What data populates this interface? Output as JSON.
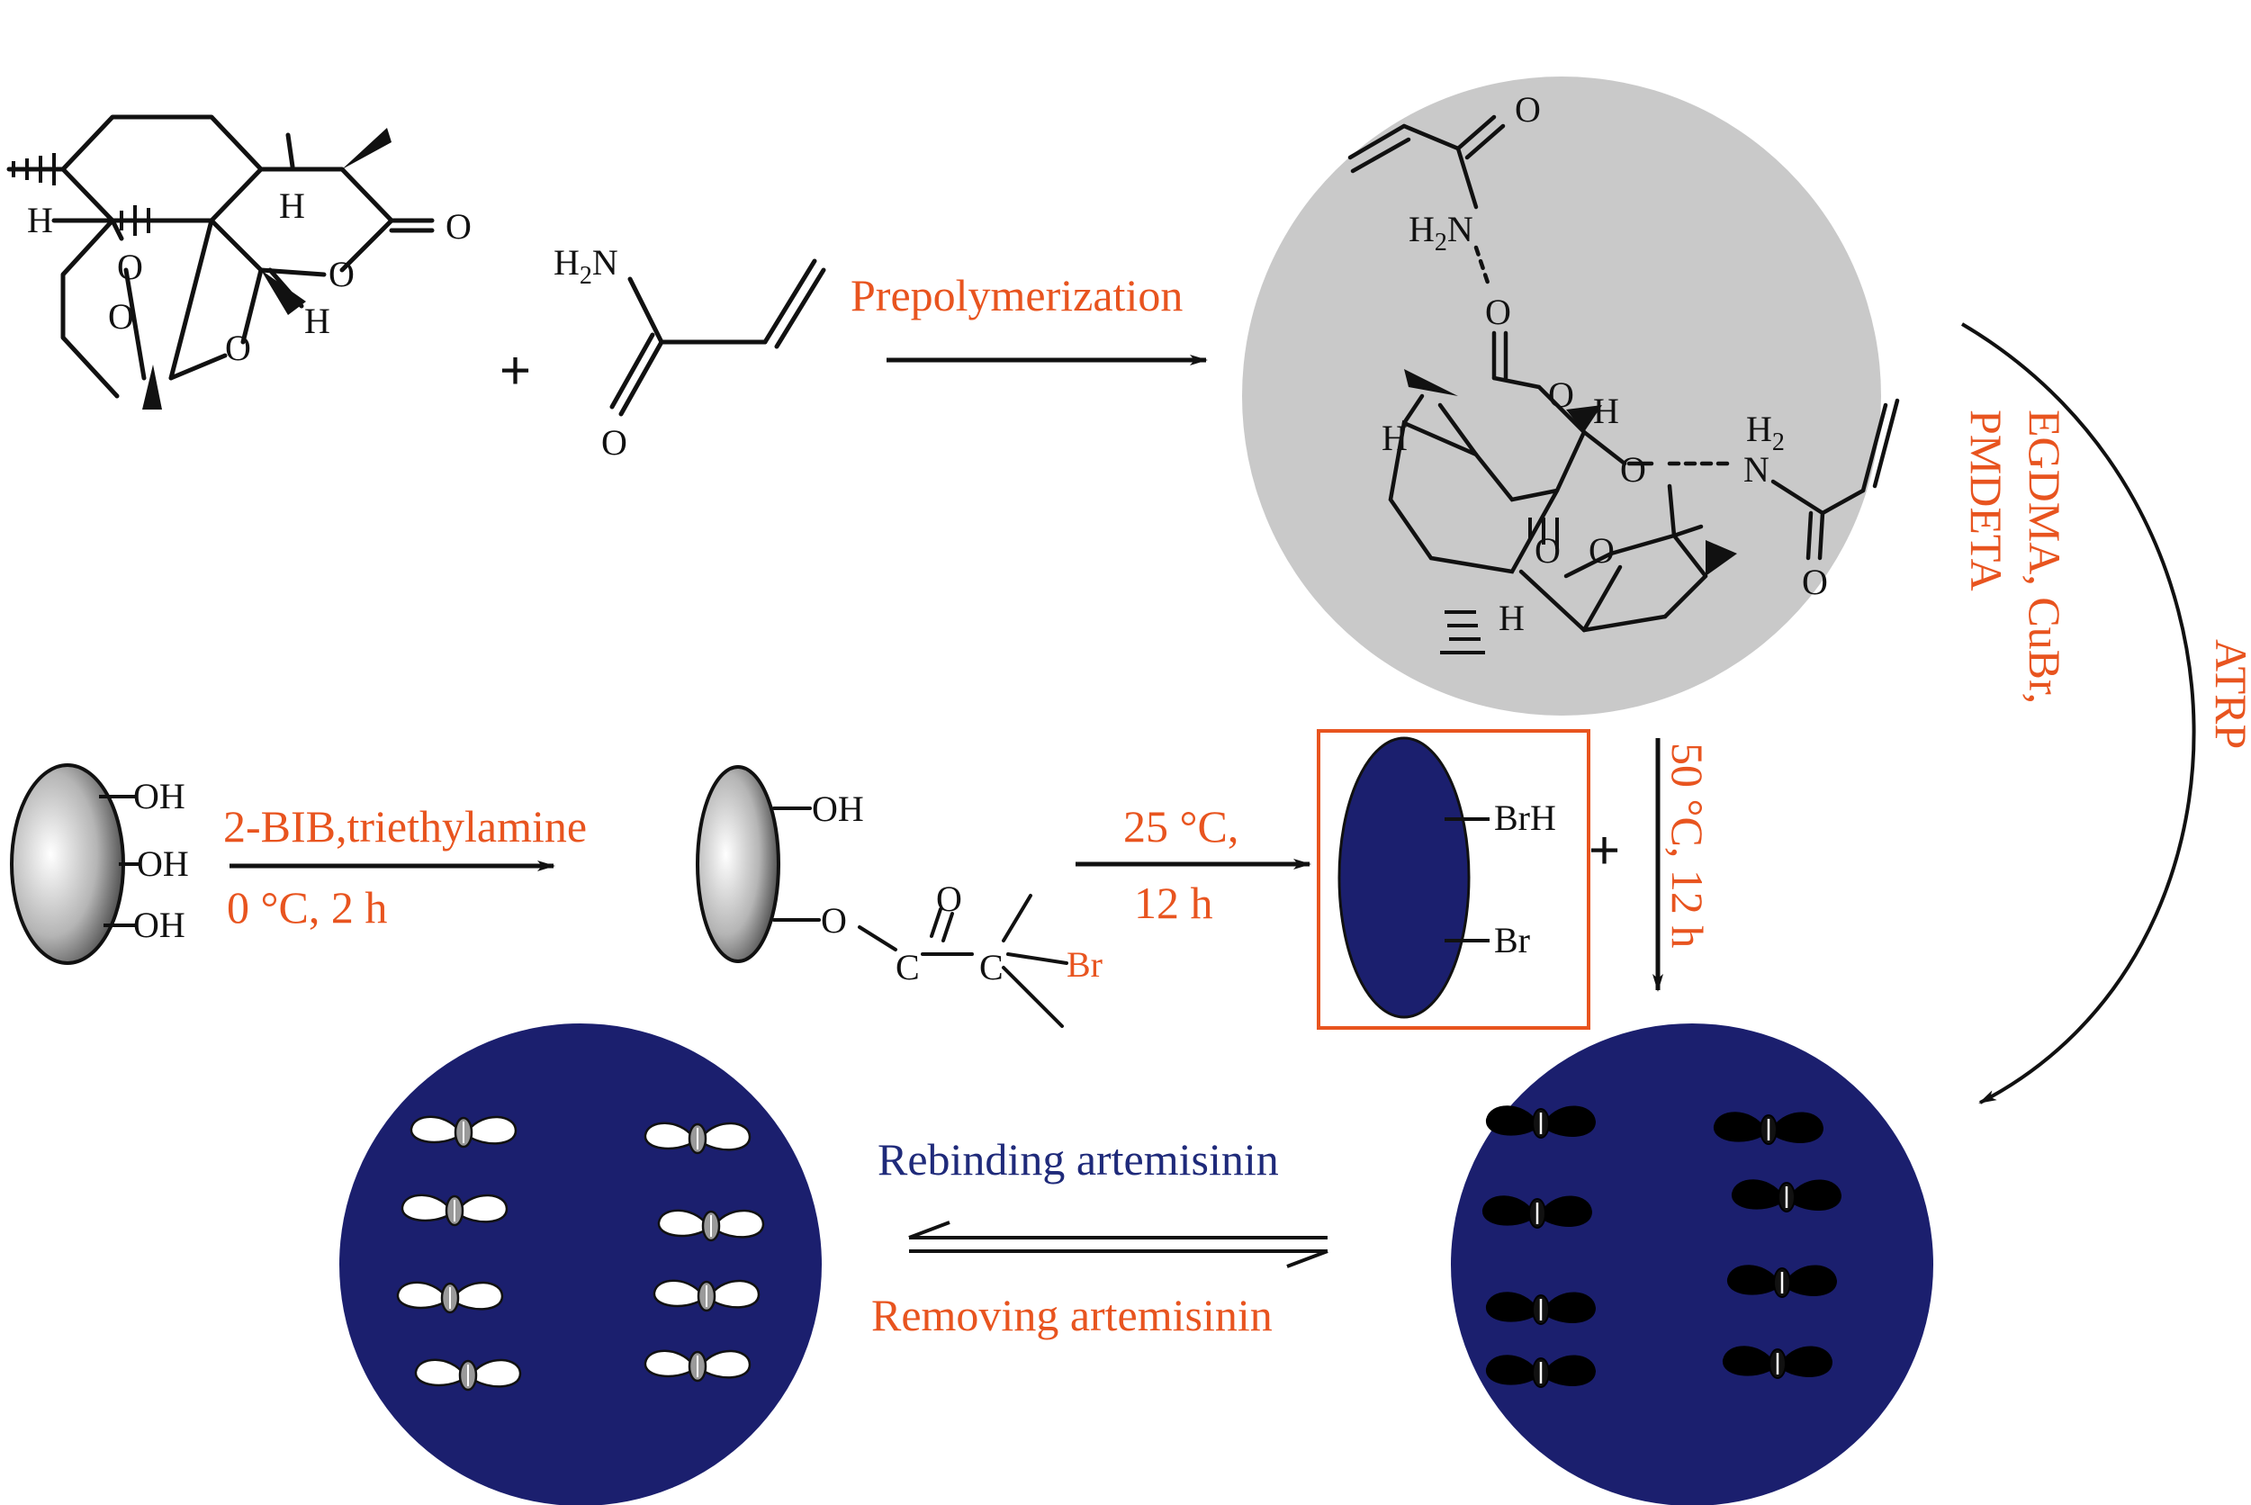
{
  "colors": {
    "condition_text": "#e8541f",
    "rebind_text": "#1f2a7a",
    "navy": "#1b1f6e",
    "gray_circle": "#c9c9c9",
    "box_border": "#e8541f",
    "ink": "#111111"
  },
  "atoms": {
    "H": "H",
    "O": "O",
    "N": "N",
    "C": "C",
    "OH": "OH",
    "Br": "Br",
    "BrH": "BrH",
    "H2N_base": "H",
    "H2N_sub": "2",
    "H2N_tail": "N",
    "H2_base": "H",
    "H2_sub": "2",
    "plus": "+"
  },
  "conditions": {
    "prepolymerization": "Prepolymerization",
    "reagents_line1": "2-BIB,triethylamine",
    "reagents_line2": "0 °C, 2 h",
    "temp_25": "25 °C,",
    "time_12h": "12 h",
    "atrp": "ATRP",
    "atrp_reagents_line1": "EGDMA, CuBr,",
    "atrp_reagents_line2": "PMDETA",
    "temp_50": "50 °C, 12 h",
    "rebinding": "Rebinding artemisinin",
    "removing": "Removing artemisinin"
  }
}
